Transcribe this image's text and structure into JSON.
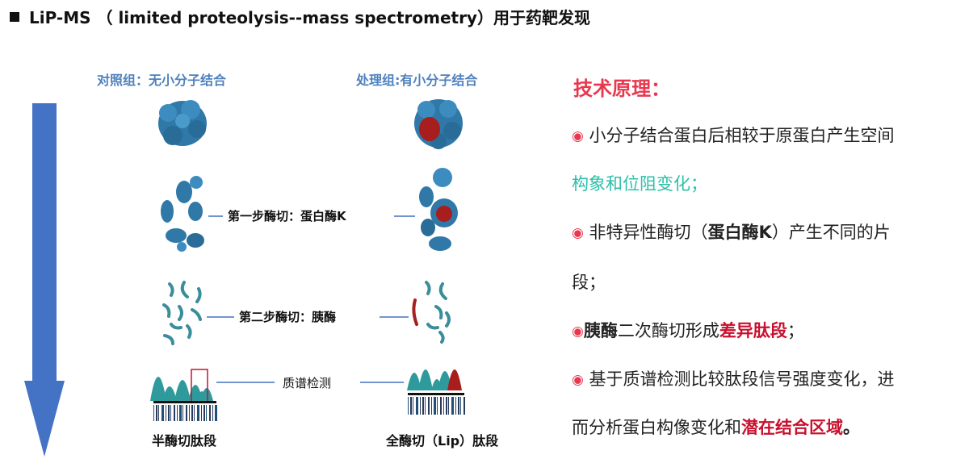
{
  "title": "LiP-MS （ limited proteolysis--mass spectrometry）用于药靶发现",
  "groups": {
    "control": "对照组：无小分子结合",
    "treatment": "处理组:有小分子结合"
  },
  "steps": {
    "step1": "第一步酶切：蛋白酶K",
    "step2": "第二步酶切：胰酶",
    "ms": "质谱检测"
  },
  "captions": {
    "left": "半酶切肽段",
    "right": "全酶切（Lip）肽段"
  },
  "principle": {
    "heading": "技术原理：",
    "bullet_symbol": "◉",
    "p1_a": "小分子结合蛋白后相较于原蛋白产生空间",
    "p1_b": "构象和位阻变化；",
    "p2_a_pre": "非特异性酶切（",
    "p2_a_bold": "蛋白酶K",
    "p2_a_post": "）产生不同的片",
    "p2_b": "段；",
    "p3_bold": "胰酶",
    "p3_mid": "二次酶切形成",
    "p3_red": "差异肽段",
    "p3_end": "；",
    "p4_a": "基于质谱检测比较肽段信号强度变化，进",
    "p4_b_pre": "而分析蛋白构像变化和",
    "p4_b_red": "潜在结合区域",
    "p4_b_end": "。"
  },
  "colors": {
    "arrow": "#4472c4",
    "protein": "#2f78a8",
    "ligand_site": "#a81e1e",
    "peptide": "#3a8d9a",
    "peak": "#2f9a9c",
    "accent_red": "#e8384f",
    "teal_text": "#2bbfa9",
    "group_label": "#4f81bd"
  }
}
